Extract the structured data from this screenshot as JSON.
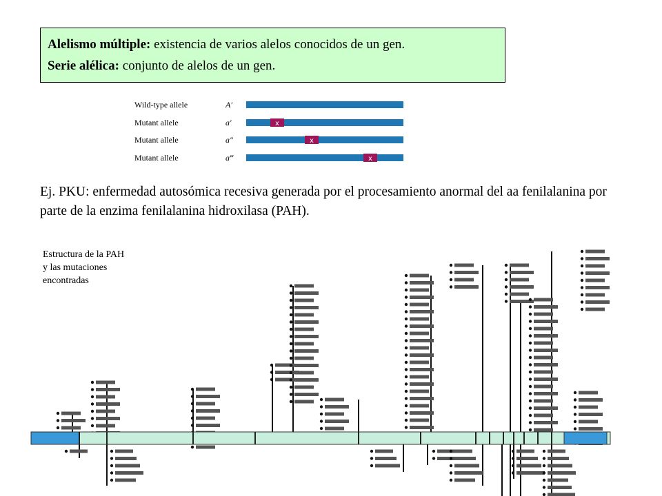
{
  "definitions": {
    "multiple_term": "Alelismo múltiple:",
    "multiple_text": " existencia de varios alelos conocidos de un gen.",
    "series_term": "Serie alélica:",
    "series_text": " conjunto de alelos de un gen."
  },
  "allele_figure": {
    "rows": [
      {
        "label": "Wild-type allele",
        "symbol": "A′",
        "mutation": null
      },
      {
        "label": "Mutant allele",
        "symbol": "a′",
        "mutation": "x"
      },
      {
        "label": "Mutant allele",
        "symbol": "a″",
        "mutation": "x"
      },
      {
        "label": "Mutant allele",
        "symbol": "a‴",
        "mutation": "x"
      }
    ],
    "bar_color": "#1f78b4",
    "mutation_color": "#a0155a"
  },
  "example_text": "Ej. PKU: enfermedad autosómica recesiva generada por el procesamiento anormal del aa fenilalanina por parte de la enzima fenilalanina hidroxilasa (PAH).",
  "caption": {
    "line1": "Estructura de la PAH",
    "line2": "y las mutaciones",
    "line3": "encontradas"
  },
  "pah_figure": {
    "exon_color": "#3a9ad9",
    "gene_color": "#c8eedd"
  }
}
